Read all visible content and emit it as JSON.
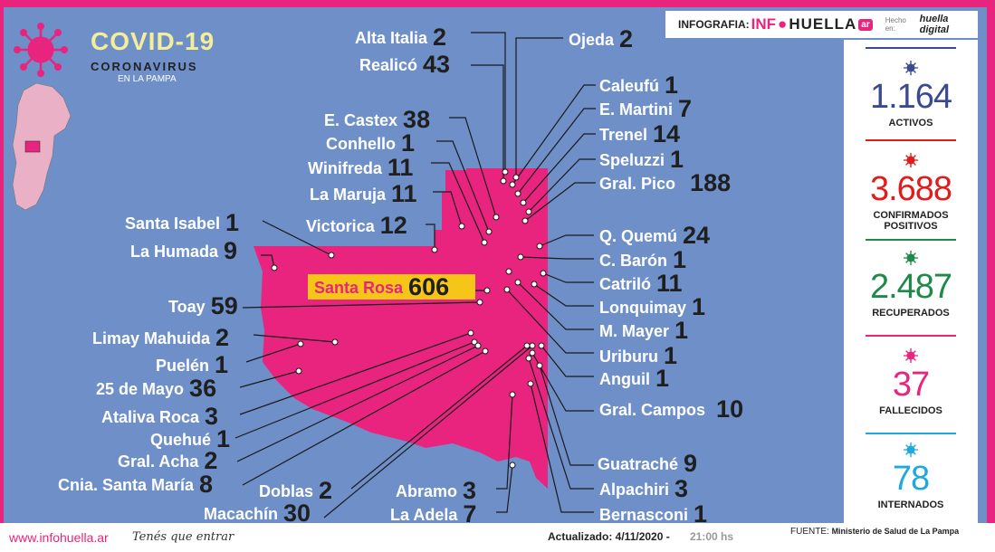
{
  "header": {
    "label": "INFOGRAFIA:",
    "brand_info": "INF",
    "brand_huella": "HUELLA",
    "brand_ar": "ar",
    "hecho": "Hecho en:",
    "huella_digital": "huella digital"
  },
  "logo": {
    "title": "COVID-19",
    "subtitle": "CORONAVIRUS",
    "region": "EN LA PAMPA"
  },
  "stats": [
    {
      "value": "1.164",
      "label": "ACTIVOS",
      "color": "#3b4a8f"
    },
    {
      "value": "3.688",
      "label": "CONFIRMADOS POSITIVOS",
      "color": "#e21b1b"
    },
    {
      "value": "2.487",
      "label": "RECUPERADOS",
      "color": "#1e8a4a"
    },
    {
      "value": "37",
      "label": "FALLECIDOS",
      "color": "#e8247f"
    },
    {
      "value": "78",
      "label": "INTERNADOS",
      "color": "#1ea8e0"
    }
  ],
  "locations": {
    "alta_italia": {
      "name": "Alta Italia",
      "value": "2"
    },
    "realico": {
      "name": "Realicó",
      "value": "43"
    },
    "ojeda": {
      "name": "Ojeda",
      "value": "2"
    },
    "caleufu": {
      "name": "Caleufú",
      "value": "1"
    },
    "e_martini": {
      "name": "E. Martini",
      "value": "7"
    },
    "trenel": {
      "name": "Trenel",
      "value": "14"
    },
    "speluzzi": {
      "name": "Speluzzi",
      "value": "1"
    },
    "gral_pico": {
      "name": "Gral. Pico",
      "value": "188"
    },
    "e_castex": {
      "name": "E. Castex",
      "value": "38"
    },
    "conhello": {
      "name": "Conhello",
      "value": "1"
    },
    "winifreda": {
      "name": "Winifreda",
      "value": "11"
    },
    "la_maruja": {
      "name": "La Maruja",
      "value": "11"
    },
    "victorica": {
      "name": "Victorica",
      "value": "12"
    },
    "santa_isabel": {
      "name": "Santa Isabel",
      "value": "1"
    },
    "la_humada": {
      "name": "La Humada",
      "value": "9"
    },
    "santa_rosa": {
      "name": "Santa Rosa",
      "value": "606"
    },
    "toay": {
      "name": "Toay",
      "value": "59"
    },
    "limay_mahuida": {
      "name": "Limay Mahuida",
      "value": "2"
    },
    "puelen": {
      "name": "Puelén",
      "value": "1"
    },
    "veinticinco_mayo": {
      "name": "25 de Mayo",
      "value": "36"
    },
    "ataliva_roca": {
      "name": "Ataliva Roca",
      "value": "3"
    },
    "quehue": {
      "name": "Quehué",
      "value": "1"
    },
    "gral_acha": {
      "name": "Gral. Acha",
      "value": "2"
    },
    "cnia_santa_maria": {
      "name": "Cnia. Santa María",
      "value": "8"
    },
    "doblas": {
      "name": "Doblas",
      "value": "2"
    },
    "macachin": {
      "name": "Macachín",
      "value": "30"
    },
    "abramo": {
      "name": "Abramo",
      "value": "3"
    },
    "la_adela": {
      "name": "La Adela",
      "value": "7"
    },
    "q_quemu": {
      "name": "Q. Quemú",
      "value": "24"
    },
    "c_baron": {
      "name": "C. Barón",
      "value": "1"
    },
    "catrilo": {
      "name": "Catriló",
      "value": "11"
    },
    "lonquimay": {
      "name": "Lonquimay",
      "value": "1"
    },
    "m_mayer": {
      "name": "M. Mayer",
      "value": "1"
    },
    "uriburu": {
      "name": "Uriburu",
      "value": "1"
    },
    "anguil": {
      "name": "Anguil",
      "value": "1"
    },
    "gral_campos": {
      "name": "Gral. Campos",
      "value": "10"
    },
    "guatrache": {
      "name": "Guatraché",
      "value": "9"
    },
    "alpachiri": {
      "name": "Alpachiri",
      "value": "3"
    },
    "bernasconi": {
      "name": "Bernasconi",
      "value": "1"
    }
  },
  "footer": {
    "site": "www.infohuella.ar",
    "slogan": "Tenés que entrar",
    "updated": "Actualizado: 4/11/2020  -",
    "time": "21:00 hs",
    "fuente_label": "FUENTE:",
    "fuente_value": "Ministerio de Salud de La Pampa"
  },
  "colors": {
    "accent": "#e8247f",
    "background": "#6f8fc9",
    "highlight": "#f5c518"
  }
}
